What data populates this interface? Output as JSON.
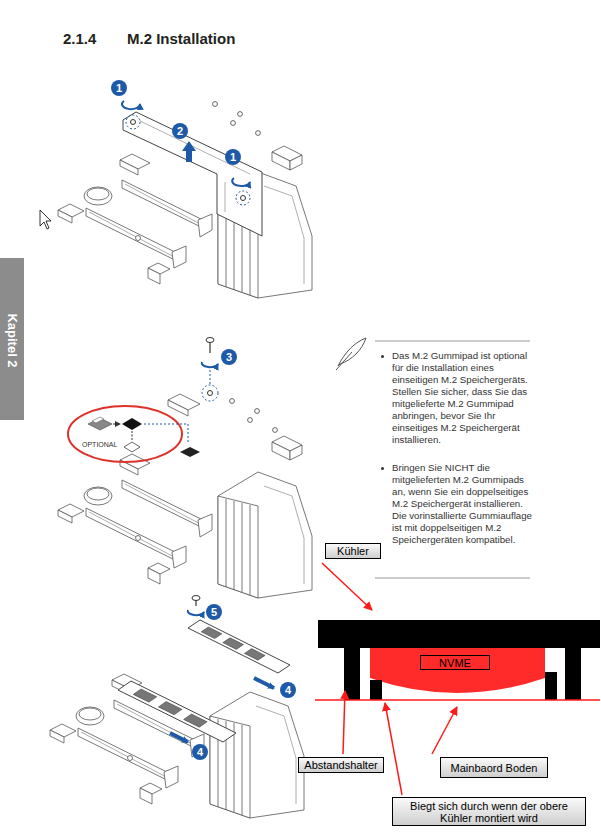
{
  "diagram": {
    "title": "M.2 Installation",
    "nodes": [
      {
        "text": [
          "Kühler"
        ]
      },
      {
        "text": [
          "NVME"
        ]
      },
      {
        "text": [
          "Abstandshalter"
        ]
      },
      {
        "text": [
          "Mainbaord Boden"
        ]
      },
      {
        "text": [
          "Biegt sich durch wenn der obere Kühler montiert wird"
        ]
      }
    ],
    "labels": [
      "2.1.4",
      "Kapitel 2",
      "1",
      "2",
      "1",
      "OPTIONAL",
      "3",
      "Das M.2 Gummipad ist optional für die Installation eines einseitigen M.2 Speichergeräts. Stellen Sie sicher, dass Sie das mitgelieferte M.2 Gummipad anbringen, bevor Sie Ihr einseitiges M.2 Speichergerät installieren.",
      "Bringen Sie NICHT die mitgelieferten M.2 Gummipads an, wenn Sie ein doppelseitiges M.2 Speichergerät installieren. Die vorinstallierte Gummiauflage ist mit doppelseitigen M.2 Speichergeräten kompatibel.",
      "5",
      "4",
      "4"
    ]
  }
}
